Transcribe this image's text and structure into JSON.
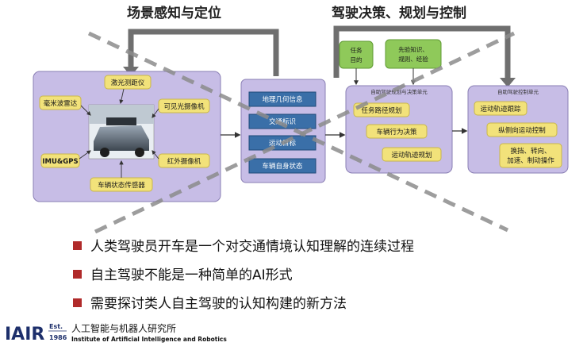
{
  "titles": {
    "perception": "场景感知与定位",
    "decision": "驾驶决策、规划与控制"
  },
  "sensors": {
    "laser_radar": "激光测距仪",
    "mmwave_radar": "毫米波雷达",
    "visible_camera": "可见光摄像机",
    "imu_gps": "IMU&GPS",
    "infrared_camera": "红外摄像机",
    "vehicle_state_sensor": "车辆状态传感器"
  },
  "perception_info": [
    "地理几何信息",
    "交通标识",
    "运动目标",
    "车辆自身状态"
  ],
  "inputs": {
    "task_goal": [
      "任务",
      "目的"
    ],
    "prior_knowledge": [
      "先验知识、",
      "规则、经验"
    ]
  },
  "decision_unit": {
    "title": "自助驾驶规划与决策单元",
    "items": [
      "任务路径规划",
      "车辆行为决策",
      "运动轨迹规划"
    ]
  },
  "control_unit": {
    "title": "自助驾驶控制单元",
    "items": [
      "运动轨迹跟踪",
      "纵侧向运动控制"
    ],
    "ops": [
      "换挡、转向、",
      "加速、制动操作"
    ]
  },
  "bullets": [
    "人类驾驶员开车是一个对交通情境认知理解的连续过程",
    "自主驾驶不能是一种简单的AI形式",
    "需要探讨类人自主驾驶的认知构建的新方法"
  ],
  "footer": {
    "logo": "IAIR",
    "est_label": "Est.",
    "est_year": "1986",
    "name_cn": "人工智能与机器人研究所",
    "name_en": "Institute of Artificial Intelligence and Robotics"
  },
  "colors": {
    "panel_fill": "#c7bde6",
    "panel_stroke": "#8a7fb4",
    "sensor_fill": "#f2e27a",
    "sensor_stroke": "#c9b74a",
    "info_fill": "#3a6fa8",
    "green_fill": "#8fc95a",
    "arrow_gray": "#6f6f6f",
    "bullet_red": "#b02a2a"
  }
}
